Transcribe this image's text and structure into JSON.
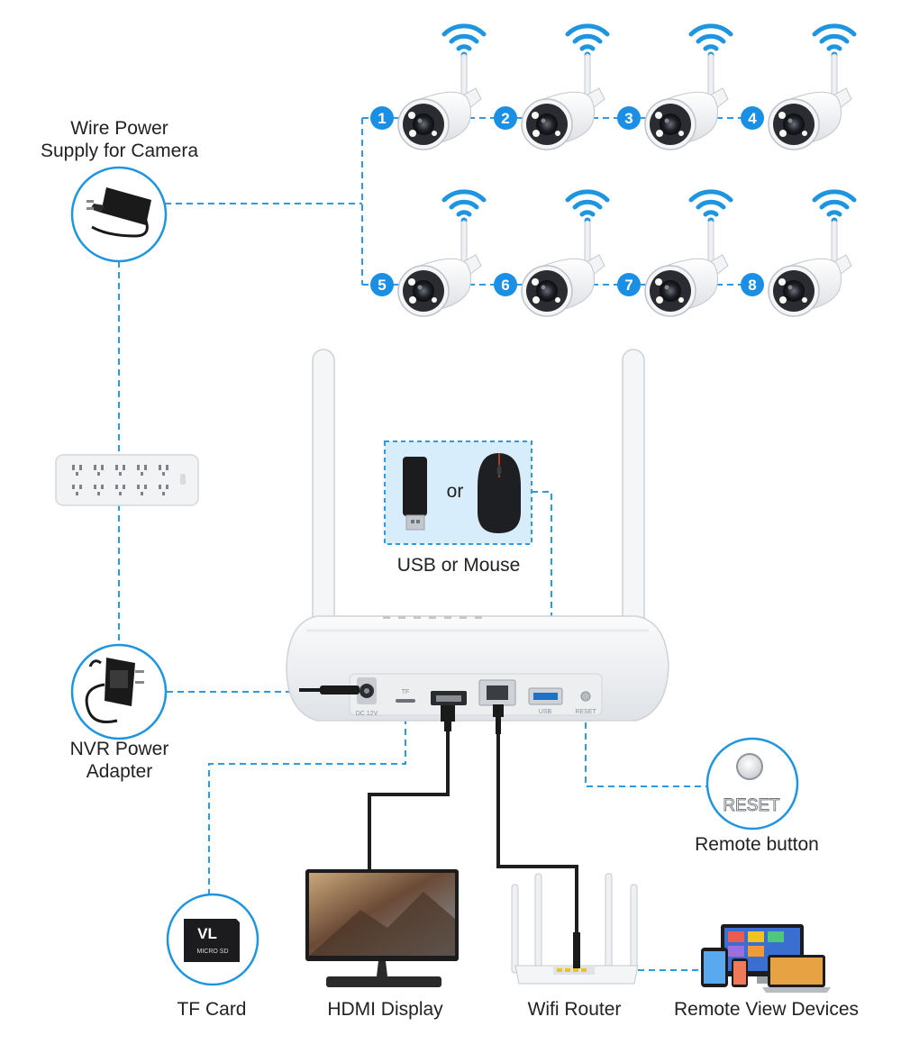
{
  "labels": {
    "wire_power_supply": [
      "Wire Power",
      "Supply for Camera"
    ],
    "usb_or_mouse": "USB or Mouse",
    "or_word": "or",
    "nvr_power_adapter": [
      "NVR Power",
      "Adapter"
    ],
    "remote_button": "Remote button",
    "tf_card": "TF Card",
    "hdmi_display": "HDMI Display",
    "wifi_router": "Wifi Router",
    "remote_view_devices": "Remote View Devices"
  },
  "cameras": [
    {
      "number": "1"
    },
    {
      "number": "2"
    },
    {
      "number": "3"
    },
    {
      "number": "4"
    },
    {
      "number": "5"
    },
    {
      "number": "6"
    },
    {
      "number": "7"
    },
    {
      "number": "8"
    }
  ],
  "nvr_ports": {
    "dc": "DC 12V",
    "tf": "TF",
    "usb": "USB",
    "reset": "RESET"
  },
  "reset_button_text": "RESET",
  "tf_card_brand": "VL",
  "tf_card_text": "MICRO SD",
  "colors": {
    "accent_blue": "#1f95e0",
    "dashed_line": "#2f9ae4",
    "badge_blue": "#1a8fe3",
    "cable": "#1e1e1e"
  }
}
